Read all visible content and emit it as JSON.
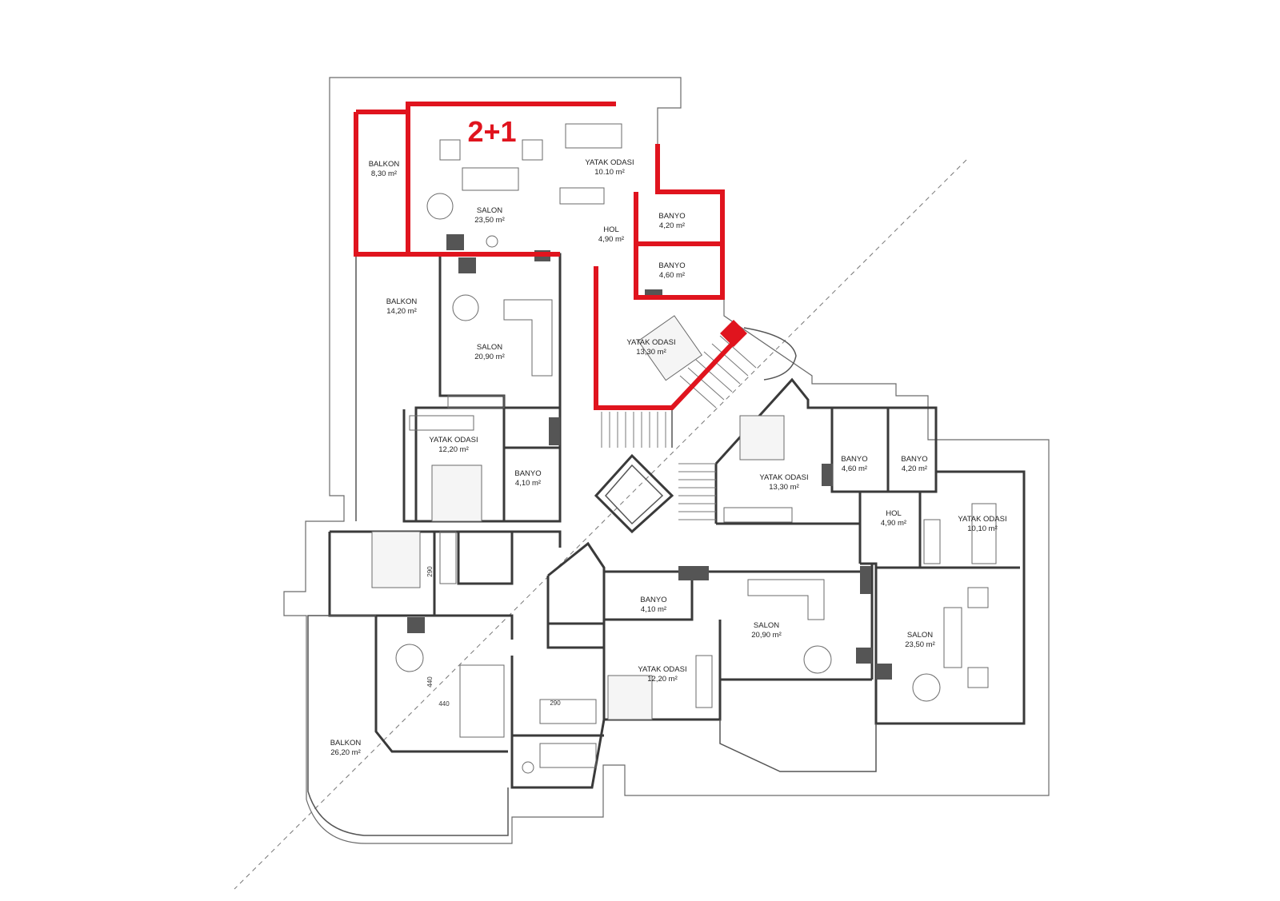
{
  "unit_label": "2+1",
  "rooms": [
    {
      "name": "BALKON",
      "area": "8,30 m²"
    },
    {
      "name": "SALON",
      "area": "23,50 m²"
    },
    {
      "name": "YATAK ODASI",
      "area": "10.10 m²"
    },
    {
      "name": "HOL",
      "area": "4,90 m²"
    },
    {
      "name": "BANYO",
      "area": "4,20 m²"
    },
    {
      "name": "BANYO",
      "area": "4,60 m²"
    },
    {
      "name": "BALKON",
      "area": "14,20 m²"
    },
    {
      "name": "SALON",
      "area": "20,90 m²"
    },
    {
      "name": "YATAK ODASI",
      "area": "13,30 m²"
    },
    {
      "name": "YATAK ODASI",
      "area": "12,20 m²"
    },
    {
      "name": "BANYO",
      "area": "4,10 m²"
    },
    {
      "name": "YATAK ODASI",
      "area": "13,30 m²"
    },
    {
      "name": "BANYO",
      "area": "4,60 m²"
    },
    {
      "name": "BANYO",
      "area": "4,20 m²"
    },
    {
      "name": "HOL",
      "area": "4,90 m²"
    },
    {
      "name": "YATAK ODASI",
      "area": "10,10 m²"
    },
    {
      "name": "BANYO",
      "area": "4,10 m²"
    },
    {
      "name": "SALON",
      "area": "20,90 m²"
    },
    {
      "name": "SALON",
      "area": "23,50 m²"
    },
    {
      "name": "YATAK ODASI",
      "area": "12,20 m²"
    },
    {
      "name": "BALKON",
      "area": "26,20 m²"
    }
  ],
  "dimensions": {
    "d290a": "290",
    "d440a": "440",
    "d440b": "440",
    "d290b": "290"
  },
  "colors": {
    "highlight": "#e0141e",
    "wall": "#3a3a3a"
  }
}
